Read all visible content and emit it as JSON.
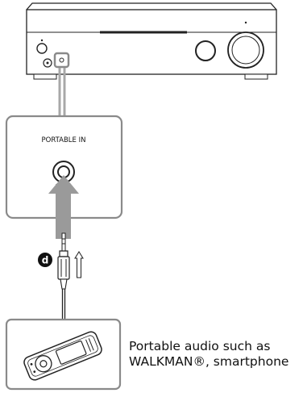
{
  "jack_label": "PORTABLE IN",
  "cable_marker": "d",
  "caption": {
    "line1": "Portable audio such as",
    "line2": "WALKMAN®, smartphone"
  },
  "colors": {
    "stroke": "#222222",
    "panel_stroke": "#8a8a8a",
    "connector_grey": "#a8a8a8",
    "arrow_grey": "#9a9a9a",
    "marker_fill": "#111111"
  }
}
